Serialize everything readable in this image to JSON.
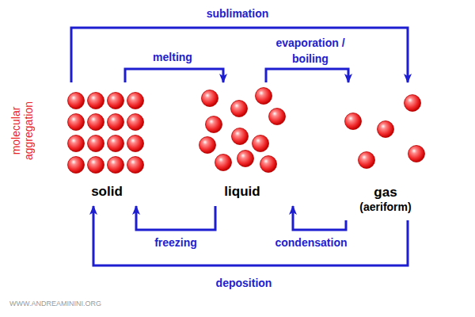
{
  "diagram": {
    "nodes": [
      {
        "text": [
          "solid"
        ]
      },
      {
        "text": [
          "liquid"
        ]
      },
      {
        "text": [
          "gas",
          "(aeriform)"
        ]
      }
    ],
    "edges": [
      {
        "from": 0,
        "to": 2,
        "arrow": "to",
        "label": "sublimation"
      },
      {
        "from": 0,
        "to": 1,
        "arrow": "to",
        "label": "melting"
      },
      {
        "from": 1,
        "to": 2,
        "arrow": "to",
        "label": "evaporation / boiling"
      },
      {
        "from": 1,
        "to": 0,
        "arrow": "to",
        "label": "freezing"
      },
      {
        "from": 2,
        "to": 1,
        "arrow": "to",
        "label": "condensation"
      },
      {
        "from": 2,
        "to": 0,
        "arrow": "to",
        "label": "deposition"
      }
    ],
    "labels": [
      "molecular aggregation",
      "WWW.ANDREAMININI.ORG"
    ]
  }
}
